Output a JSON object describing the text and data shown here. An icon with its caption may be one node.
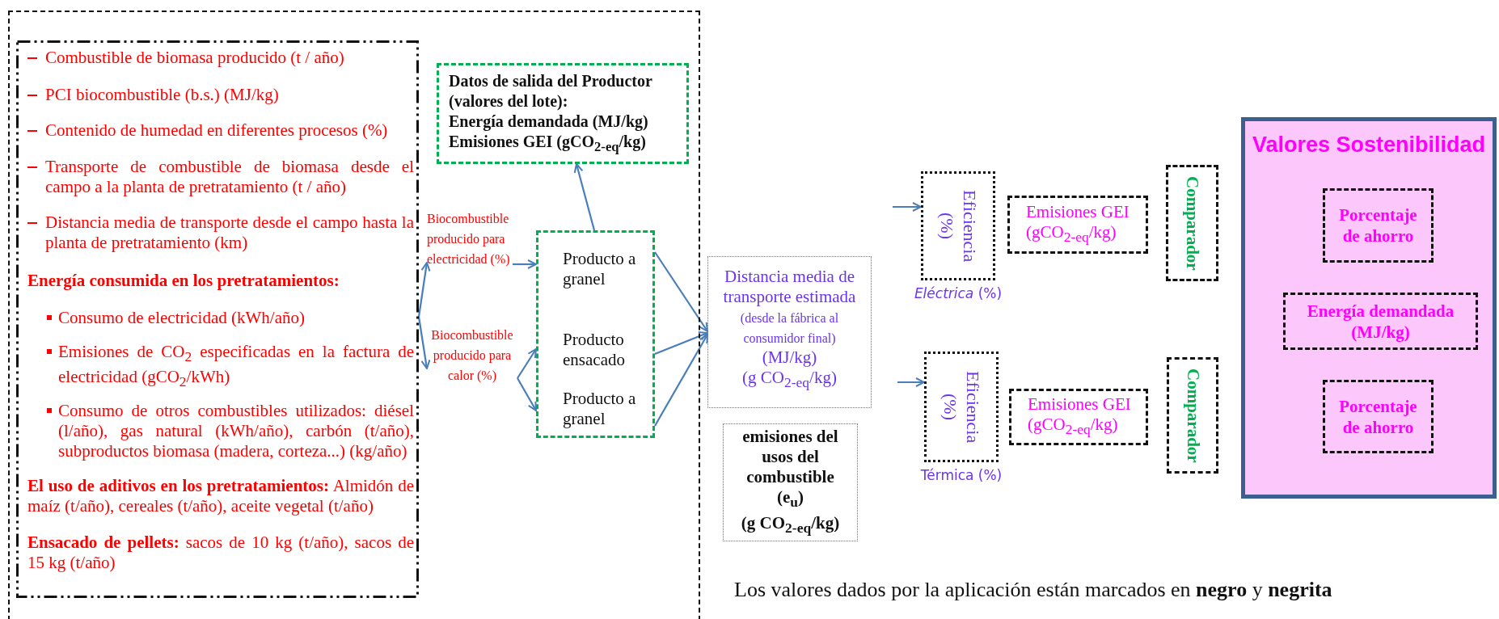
{
  "diagram": {
    "nodes": [
      {
        "text": [],
        "shape": "box"
      },
      {
        "text": [
          "Combustible de biomasa producido (t / año)",
          "PCI biocombustible (b.s.) (MJ/kg)",
          "Contenido de humedad en diferentes procesos (%)",
          "Transporte de combustible de biomasa desde el campo a la planta de pretratamiento (t / año)",
          "Distancia media de transporte desde el campo hasta la planta de pretratamiento (km)",
          "Energía consumida en los pretratamientos:",
          "Consumo de electricidad (kWh/año)",
          "Emisiones de CO$_{2}$ especificadas en la factura de electricidad (gCO$_{2}$/kWh)",
          "Consumo de otros combustibles utilizados: diésel (l/año), gas natural (kWh/año), carbón (t/año), subproductos biomasa (madera, corteza...) (kg/año)",
          "**El uso de aditivos en los pretratamientos:** Almidón de maíz (t/año), cereales (t/año), aceite vegetal (t/año)",
          "**Ensacado de pellets:** sacos de 10 kg (t/año), sacos de 15 kg (t/año)"
        ],
        "in": 0
      },
      {
        "text": [
          "Biocombustible producido para electricidad (%)"
        ],
        "in": 0
      },
      {
        "text": [
          "Biocombustible producido para calor (%)"
        ],
        "in": 0
      },
      {
        "text": [
          "Datos de salida del Productor (valores del lote):",
          "Energía demandada (MJ/kg)",
          "Emisiones GEI (gCO$_{2-eq}$/kg)"
        ],
        "in": 0
      },
      {
        "text": [],
        "shape": "box",
        "in": 0
      },
      {
        "text": [
          "Producto a granel"
        ],
        "in": 5
      },
      {
        "text": [
          "Producto ensacado"
        ],
        "in": 5
      },
      {
        "text": [
          "Producto a granel"
        ],
        "in": 5
      },
      {
        "text": [
          "Distancia media de transporte estimada",
          "(desde la fábrica al consumidor final)",
          "(MJ/kg)",
          "(g CO$_{2-eq}$/kg)"
        ]
      },
      {
        "text": [
          "emisiones del usos del combustible",
          "(e$_{u}$)",
          "(g CO$_{2-eq}$/kg)"
        ]
      },
      {
        "text": [
          "Eficiencia",
          "(%)"
        ],
        "beside": [
          "*Eléctrica* (%)"
        ]
      },
      {
        "text": [
          "Emisiones GEI (gCO$_{2-eq}$/kg)"
        ]
      },
      {
        "text": [
          "Comparador"
        ]
      },
      {
        "text": [
          "Eficiencia",
          "(%)"
        ],
        "beside": [
          "Térmica (%)"
        ]
      },
      {
        "text": [
          "Emisiones GEI (gCO$_{2-eq}$/kg)"
        ]
      },
      {
        "text": [
          "Comparador"
        ]
      },
      {
        "text": [
          "Valores Sostenibilidad"
        ]
      },
      {
        "text": [
          "Porcentaje de ahorro"
        ],
        "in": 17
      },
      {
        "text": [
          "Energía demandada (MJ/kg)"
        ],
        "in": 17
      },
      {
        "text": [
          "Porcentaje de ahorro"
        ],
        "in": 17
      }
    ],
    "edges": [
      {
        "from": 1,
        "to": 2,
        "arrow": "to"
      },
      {
        "from": 1,
        "to": 3,
        "arrow": "to"
      },
      {
        "from": 2,
        "to": 6,
        "arrow": "to"
      },
      {
        "from": 3,
        "to": 7,
        "arrow": "to"
      },
      {
        "from": 3,
        "to": 8,
        "arrow": "to"
      },
      {
        "from": 5,
        "to": 4,
        "arrow": "to"
      },
      {
        "from": 6,
        "to": 9,
        "arrow": "to"
      },
      {
        "from": 7,
        "to": 9,
        "arrow": "to"
      },
      {
        "from": 8,
        "to": 9,
        "arrow": "to"
      },
      {
        "from": null,
        "to": 11,
        "arrow": "to"
      },
      {
        "from": null,
        "to": 14,
        "arrow": "to"
      }
    ],
    "labels": [
      "Los valores dados por la aplicación están marcados en **negro** y **negrita**"
    ]
  }
}
